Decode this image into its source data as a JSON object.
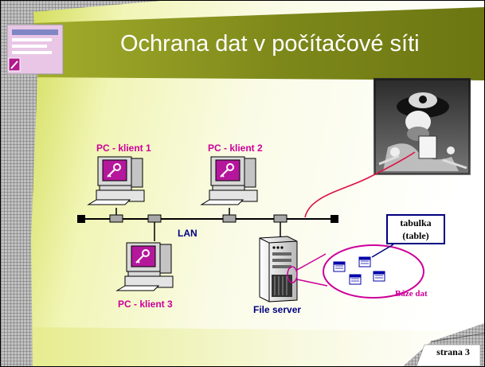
{
  "slide": {
    "title": "Ochrana dat v počítačové síti",
    "page_label": "strana 3"
  },
  "diagram": {
    "clients": [
      {
        "label": "PC - klient 1"
      },
      {
        "label": "PC - klient 2"
      },
      {
        "label": "PC - klient 3"
      }
    ],
    "lan_label": "LAN",
    "server_label": "File server",
    "table_label_1": "tabulka",
    "table_label_2": "(table)",
    "database_label": "Báze dat"
  },
  "colors": {
    "background": "#d4e157",
    "title_bar": "#8a9520",
    "client_label": "#cc0099",
    "network_label": "#000080",
    "remote_link": "#dd1144"
  }
}
